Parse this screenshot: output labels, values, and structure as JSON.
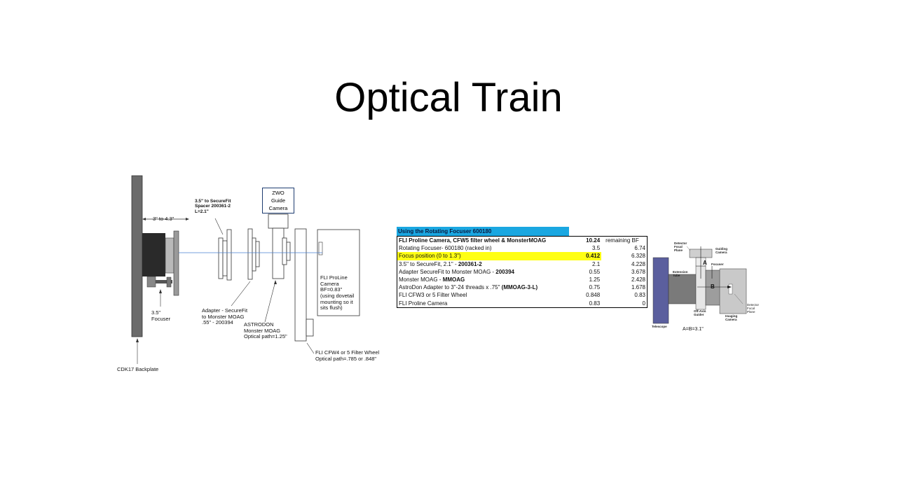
{
  "slide": {
    "title": "Optical Train"
  },
  "left_diagram": {
    "spacing_label": "3\" to 4.3\"",
    "spacer_label": [
      "3.5\" to SecureFit",
      "Spacer 200361-2",
      "L=2.1\""
    ],
    "zwo_label": [
      "ZWO",
      "Guide",
      "Camera"
    ],
    "focuser_label": [
      "3.5\"",
      "Focuser"
    ],
    "adapter_label": [
      "Adapter - SecureFit",
      "to Monster MOAG",
      ".55\" - 200394"
    ],
    "moag_label": [
      "ASTRODON",
      "Monster MOAG",
      "Optical path=1.25\""
    ],
    "camera_label": [
      "FLI ProLine",
      "Camera",
      "BF=0.83\"",
      "(using dovetail",
      "mounting so it",
      "sits flush)"
    ],
    "filter_label": [
      "FLI CFW4 or 5 Filter Wheel",
      "Optical path=.785 or .848\""
    ],
    "backplate_label": "CDK17 Backplate"
  },
  "table": {
    "header": "Using the Rotating Focuser 600180",
    "rows": [
      {
        "label": "FLI Proline Camera, CFW5 filter wheel & MonsterMOAG",
        "value": "10.24",
        "remaining": "remaining BF"
      },
      {
        "label": "Rotating Focuser- 600180 (racked in)",
        "value": "3.5",
        "remaining": "6.74"
      },
      {
        "label": "Focus position (0 to 1.3\")",
        "value": "0.412",
        "remaining": "6.328"
      },
      {
        "label_a": "3.5\" to SecureFit, 2.1\" - ",
        "label_b": "200361-2",
        "value": "2.1",
        "remaining": "4.228"
      },
      {
        "label_a": "Adapter SecureFit to Monster MOAG - ",
        "label_b": "200394",
        "value": "0.55",
        "remaining": "3.678"
      },
      {
        "label_a": "Monster MOAG - ",
        "label_b": "MMOAG",
        "value": "1.25",
        "remaining": "2.428"
      },
      {
        "label_a": "AstroDon Adapter to 3\"-24 threads x .75\" ",
        "label_b": "(MMOAG-3-L)",
        "value": "0.75",
        "remaining": "1.678"
      },
      {
        "label": "FLI CFW3 or 5 Filter Wheel",
        "value": "0.848",
        "remaining": "0.83"
      },
      {
        "label": "FLI Proline Camera",
        "value": "0.83",
        "remaining": "0"
      }
    ],
    "colors": {
      "header_bg": "#1aa7e1",
      "highlight": "#ffff14"
    }
  },
  "right_diagram": {
    "telescope_label": "Telescope",
    "extension_label": [
      "Extension",
      "Tube"
    ],
    "guiding_label": [
      "Guiding",
      "Camera"
    ],
    "focuser_label": "Focuser",
    "oag_label": [
      "Off-Axis",
      "Guider"
    ],
    "imaging_label": [
      "Imaging",
      "Camera"
    ],
    "guide_plane_label": [
      "Detector",
      "Focal",
      "Plane"
    ],
    "detector_label": [
      "Detector",
      "Focal",
      "Plane"
    ],
    "mark_a": "A",
    "mark_b": "B",
    "caption": "A=B=3.1\""
  }
}
